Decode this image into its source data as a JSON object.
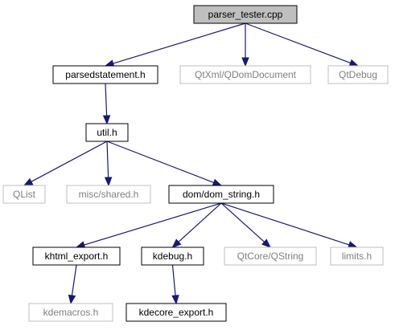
{
  "diagram": {
    "nodes": {
      "parser_tester_cpp": {
        "label": "parser_tester.cpp",
        "style": "focus"
      },
      "parsedstatement_h": {
        "label": "parsedstatement.h",
        "style": "normal"
      },
      "qtxml_qdomdocument": {
        "label": "QtXml/QDomDocument",
        "style": "missing"
      },
      "qtdebug": {
        "label": "QtDebug",
        "style": "missing"
      },
      "util_h": {
        "label": "util.h",
        "style": "normal"
      },
      "qlist": {
        "label": "QList",
        "style": "missing"
      },
      "misc_shared_h": {
        "label": "misc/shared.h",
        "style": "missing"
      },
      "dom_dom_string_h": {
        "label": "dom/dom_string.h",
        "style": "normal"
      },
      "khtml_export_h": {
        "label": "khtml_export.h",
        "style": "normal"
      },
      "kdebug_h": {
        "label": "kdebug.h",
        "style": "normal"
      },
      "qtcore_qstring": {
        "label": "QtCore/QString",
        "style": "missing"
      },
      "limits_h": {
        "label": "limits.h",
        "style": "missing"
      },
      "kdemacros_h": {
        "label": "kdemacros.h",
        "style": "missing"
      },
      "kdecore_export_h": {
        "label": "kdecore_export.h",
        "style": "normal"
      }
    },
    "edges": [
      {
        "from": "parser_tester_cpp",
        "to": "parsedstatement_h"
      },
      {
        "from": "parser_tester_cpp",
        "to": "qtxml_qdomdocument"
      },
      {
        "from": "parser_tester_cpp",
        "to": "qtdebug"
      },
      {
        "from": "parsedstatement_h",
        "to": "util_h"
      },
      {
        "from": "util_h",
        "to": "qlist"
      },
      {
        "from": "util_h",
        "to": "misc_shared_h"
      },
      {
        "from": "util_h",
        "to": "dom_dom_string_h"
      },
      {
        "from": "dom_dom_string_h",
        "to": "khtml_export_h"
      },
      {
        "from": "dom_dom_string_h",
        "to": "kdebug_h"
      },
      {
        "from": "dom_dom_string_h",
        "to": "qtcore_qstring"
      },
      {
        "from": "dom_dom_string_h",
        "to": "limits_h"
      },
      {
        "from": "khtml_export_h",
        "to": "kdemacros_h"
      },
      {
        "from": "kdebug_h",
        "to": "kdecore_export_h"
      }
    ],
    "colors": {
      "edge": "#191970",
      "focus_fill": "#bfbfbf",
      "normal_border": "#000000",
      "missing_border": "#bfbfbf",
      "missing_text": "#7f7f7f"
    }
  }
}
